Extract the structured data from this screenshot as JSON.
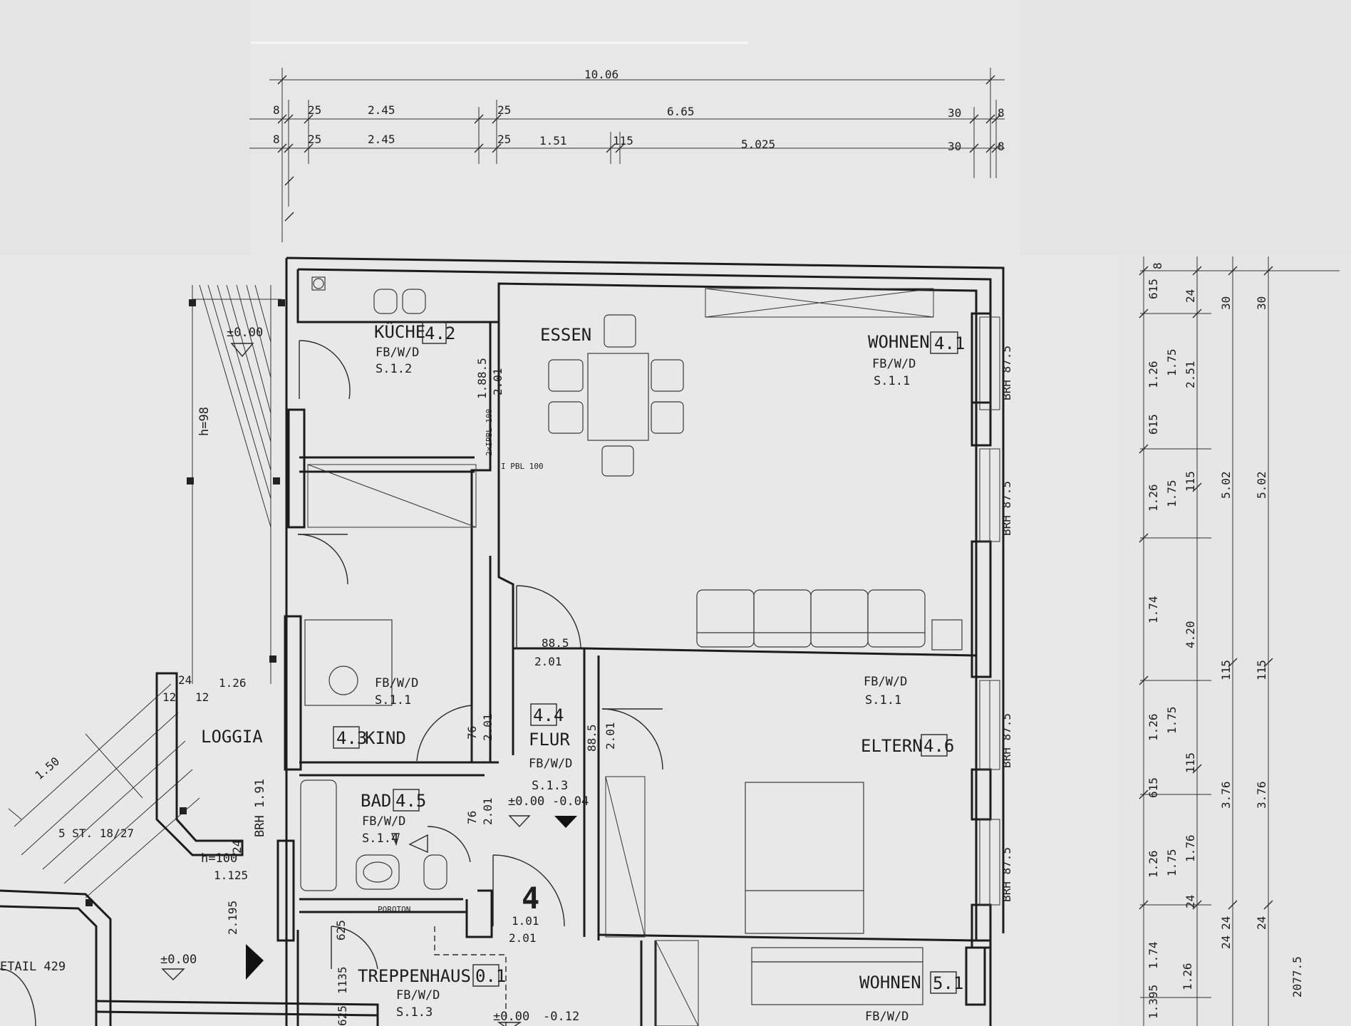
{
  "dims_top": {
    "overall": "10.06",
    "row1": [
      "8",
      "25",
      "2.45",
      "25",
      "6.65",
      "30",
      "8"
    ],
    "row2": [
      "8",
      "25",
      "2.45",
      "25",
      "1.51",
      "115",
      "5.025",
      "30",
      "8"
    ]
  },
  "dims_right": {
    "col1": [
      "615",
      "1.26",
      "615",
      "1.26",
      "1.74",
      "1.26",
      "615",
      "1.26",
      "1.74",
      "1.26",
      "1.395"
    ],
    "col2": [
      "8",
      "24",
      "1.75",
      "115",
      "1.75",
      "1.75",
      "115",
      "1.75",
      "24",
      "24",
      "4.20",
      "1.76"
    ],
    "col3": [
      "30",
      "2.51",
      "5.02",
      "115",
      "3.76",
      "24"
    ],
    "col4": [
      "30",
      "5.02",
      "115",
      "3.76",
      "24",
      "2077.5"
    ]
  },
  "rooms": {
    "kueche": {
      "name": "KÜCHE",
      "num": "4.2",
      "finish": "FB/W/D",
      "ref": "S.1.2"
    },
    "essen": {
      "name": "ESSEN"
    },
    "wohnen": {
      "name": "WOHNEN",
      "num": "4.1",
      "finish": "FB/W/D",
      "ref": "S.1.1"
    },
    "kind": {
      "name": "KIND",
      "num": "4.3",
      "finish": "FB/W/D",
      "ref": "S.1.1"
    },
    "flur": {
      "name": "FLUR",
      "num": "4.4",
      "finish": "FB/W/D",
      "ref": "S.1.3"
    },
    "eltern": {
      "name": "ELTERN",
      "num": "4.6",
      "finish": "FB/W/D",
      "ref": "S.1.1"
    },
    "bad": {
      "name": "BAD",
      "num": "4.5",
      "finish": "FB/W/D",
      "ref": "S.1.4"
    },
    "treppenhaus": {
      "name": "TREPPENHAUS",
      "num": "0.1",
      "finish": "FB/W/D",
      "ref": "S.1.3"
    },
    "wohnen51": {
      "name": "WOHNEN",
      "num": "5.1",
      "finish": "FB/W/D"
    },
    "loggia": {
      "name": "LOGGIA"
    }
  },
  "unit_number": "4",
  "annotations": {
    "level_loggia": "±0.00",
    "level_flur": "±0.00",
    "level_flur_b": "-0.04",
    "level_stair": "±0.00",
    "level_stair_b": "-0.12",
    "level_detail": "±0.00",
    "h98": "h=98",
    "h100": "h=100",
    "dim_112": "1.125",
    "dim_219": "2.195",
    "stairs": "5 ST. 18/27",
    "dim_150": "1.50",
    "dim_126": "1.26",
    "dim_24": "24",
    "dim_12a": "12",
    "dim_12b": "12",
    "dim_24b": "24",
    "dim_625": "625",
    "dim_11135": "1135",
    "dim_625b": "625",
    "detail": "ETAIL 429",
    "brh_bath": "BRH 1.91",
    "poroton": "POROTON",
    "pbl1": "2xIPBL 100",
    "pbl2": "I PBL 100",
    "brh": "BRH 87.5",
    "door_kueche": "1.88.5",
    "door_kueche2": "2.01",
    "door_wohnen": "88.5",
    "door_wohnen2": "2.01",
    "door_kind": "76",
    "door_kind2": "2.01",
    "door_eltern": "88.5",
    "door_eltern2": "2.01",
    "door_bad": "76",
    "door_bad2": "2.01",
    "door_entry": "1.01",
    "door_entry2": "2.01"
  }
}
